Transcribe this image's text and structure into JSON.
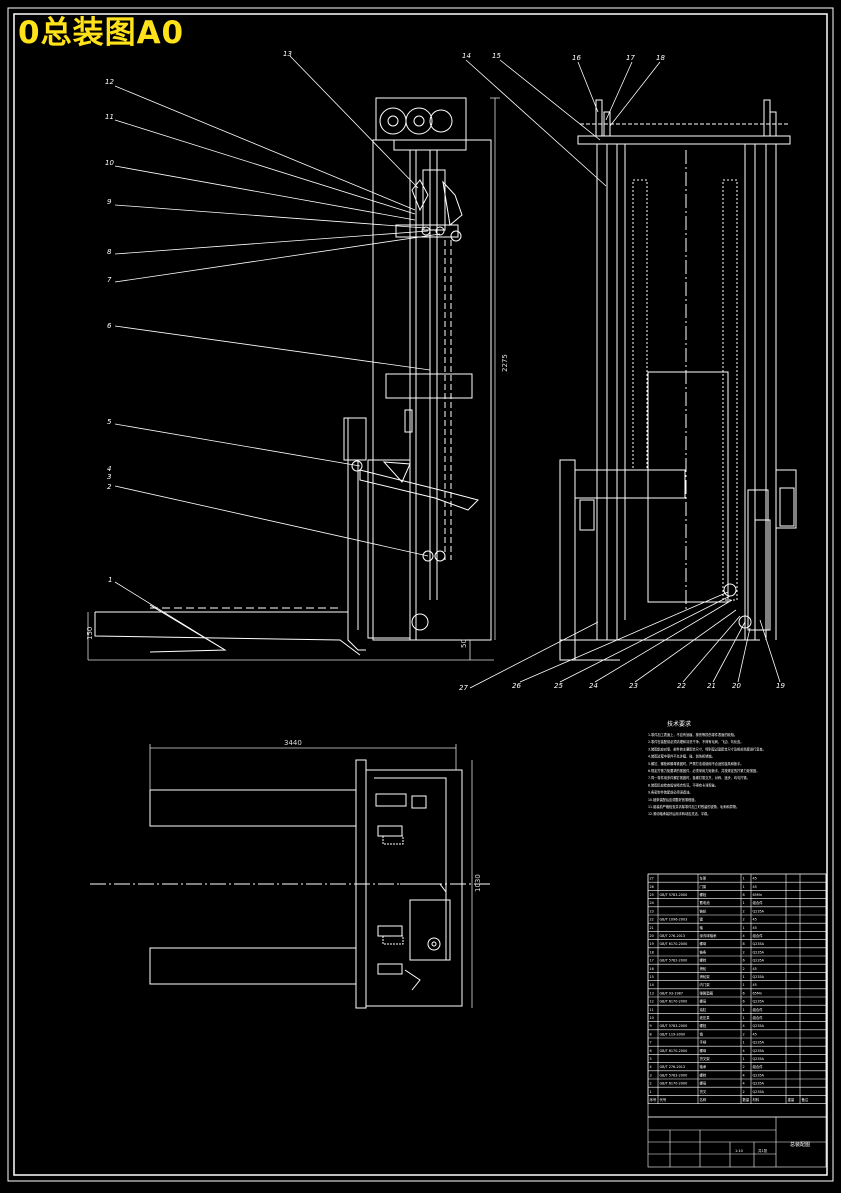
{
  "title_banner": "0总装图A0",
  "colors": {
    "background": "#000000",
    "lines": "#ffffff",
    "banner": "#ffe21a",
    "dims": "#dcdcdc"
  },
  "callouts_side": [
    "12",
    "11",
    "10",
    "9",
    "8",
    "7",
    "6",
    "5",
    "4",
    "3",
    "2",
    "1",
    "13"
  ],
  "callouts_front": [
    "14",
    "15",
    "16",
    "17",
    "18",
    "27",
    "26",
    "25",
    "24",
    "23",
    "22",
    "21",
    "20",
    "19"
  ],
  "dims": {
    "height": "2275",
    "fork_height": "150",
    "bottom_gap": "50",
    "length": "3440",
    "width": "1030"
  },
  "tech_req": {
    "title": "技术要求",
    "lines": [
      "1.零件加工表面上，不应有划痕、擦伤等损伤零件表面的缺陷。",
      "2.零件在装配前必须清理和清洗干净，不得有毛刺、飞边、氧化皮。",
      "3.装配前应对零、部件的主要配合尺寸，特别是过盈配合尺寸及相关精度进行复查。",
      "4.装配过程中零件不允许磕、碰、划伤和锈蚀。",
      "5.螺钉、螺栓和螺母紧固时，严禁打击或使用不合适的旋具和扳手。",
      "6.规定拧紧力矩要求的紧固件，必须采用力矩扳手，并按规定的拧紧力矩紧固。",
      "7.同一零件用多件螺钉紧固时，各螺钉需交叉、对称、逐步、均匀拧紧。",
      "8.装配后应检查齿轮啮合情况，不得有卡滞现象。",
      "9.各密封件装配前必须浸透油。",
      "10.链条装配后应调整好张紧程度。",
      "11.组装前严格检查并清除零件加工时残留的锐角、毛刺和异物。",
      "12.滚动轴承装好后用手转动应灵活、平稳。"
    ]
  },
  "bom_rows": [
    {
      "no": "27",
      "code": "",
      "name": "车架",
      "qty": "1",
      "mat": "45"
    },
    {
      "no": "26",
      "code": "",
      "name": "门架",
      "qty": "1",
      "mat": "45"
    },
    {
      "no": "25",
      "code": "GB/T 5783-2000",
      "name": "螺栓",
      "qty": "8",
      "mat": "65Mn"
    },
    {
      "no": "24",
      "code": "",
      "name": "蓄电池",
      "qty": "1",
      "mat": "组合件"
    },
    {
      "no": "23",
      "code": "",
      "name": "链轮",
      "qty": "2",
      "mat": "Q235A"
    },
    {
      "no": "22",
      "code": "GB/T 1096-2003",
      "name": "键",
      "qty": "2",
      "mat": "45"
    },
    {
      "no": "21",
      "code": "",
      "name": "轴",
      "qty": "1",
      "mat": "45"
    },
    {
      "no": "20",
      "code": "GB/T 276-2013",
      "name": "深沟球轴承",
      "qty": "4",
      "mat": "组合件"
    },
    {
      "no": "19",
      "code": "GB/T 6170-2000",
      "name": "螺母",
      "qty": "8",
      "mat": "Q235A"
    },
    {
      "no": "18",
      "code": "",
      "name": "链条",
      "qty": "2",
      "mat": "Q235A"
    },
    {
      "no": "17",
      "code": "GB/T 5782-2000",
      "name": "螺栓",
      "qty": "6",
      "mat": "Q235A"
    },
    {
      "no": "16",
      "code": "",
      "name": "滑轮",
      "qty": "2",
      "mat": "45"
    },
    {
      "no": "15",
      "code": "",
      "name": "滑轮架",
      "qty": "1",
      "mat": "Q235A"
    },
    {
      "no": "14",
      "code": "",
      "name": "内门架",
      "qty": "1",
      "mat": "45"
    },
    {
      "no": "13",
      "code": "GB/T 93-1987",
      "name": "弹簧垫圈",
      "qty": "6",
      "mat": "65Mn"
    },
    {
      "no": "12",
      "code": "GB/T 6170-2000",
      "name": "螺母",
      "qty": "6",
      "mat": "Q235A"
    },
    {
      "no": "11",
      "code": "",
      "name": "油缸",
      "qty": "1",
      "mat": "组合件"
    },
    {
      "no": "10",
      "code": "",
      "name": "液压泵",
      "qty": "1",
      "mat": "组合件"
    },
    {
      "no": "9",
      "code": "GB/T 5783-2000",
      "name": "螺栓",
      "qty": "4",
      "mat": "Q235A"
    },
    {
      "no": "8",
      "code": "GB/T 119-2000",
      "name": "销",
      "qty": "2",
      "mat": "45"
    },
    {
      "no": "7",
      "code": "",
      "name": "手柄",
      "qty": "1",
      "mat": "Q235A"
    },
    {
      "no": "6",
      "code": "GB/T 6170-2000",
      "name": "螺母",
      "qty": "4",
      "mat": "Q235A"
    },
    {
      "no": "5",
      "code": "",
      "name": "货叉架",
      "qty": "1",
      "mat": "Q235A"
    },
    {
      "no": "4",
      "code": "GB/T 276-2013",
      "name": "轴承",
      "qty": "2",
      "mat": "组合件"
    },
    {
      "no": "3",
      "code": "GB/T 5783-2000",
      "name": "螺栓",
      "qty": "4",
      "mat": "Q235A"
    },
    {
      "no": "2",
      "code": "GB/T 6170-2000",
      "name": "螺母",
      "qty": "4",
      "mat": "Q235A"
    },
    {
      "no": "1",
      "code": "",
      "name": "货叉",
      "qty": "2",
      "mat": "Q235A"
    }
  ],
  "bom_header": {
    "no": "序号",
    "code": "代号",
    "name": "名称",
    "qty": "数量",
    "mat": "材料",
    "weight": "重量",
    "note": "备注"
  },
  "title_block": {
    "drawing_title": "总装配图",
    "scale": "1:10",
    "sheet": "共1张"
  }
}
